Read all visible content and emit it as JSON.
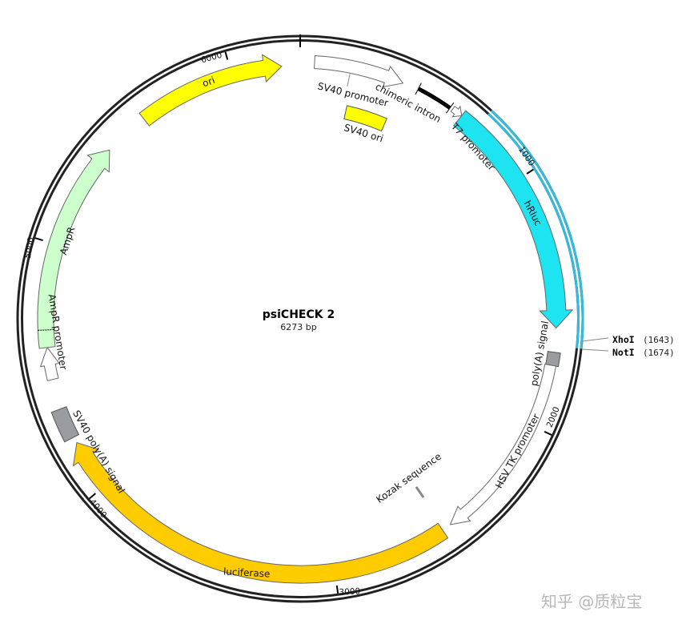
{
  "plasmid": {
    "name": "psiCHECK 2",
    "size_label": "6273 bp",
    "length_bp": 6273,
    "backbone_color": "#222222",
    "highlight_color": "#33bbdd",
    "highlight_range_bp": [
      742,
      1674
    ]
  },
  "features": [
    {
      "name": "SV40 promoter",
      "start": 56,
      "end": 411,
      "direction": 1,
      "shape": "arrow",
      "color": "#ffffff"
    },
    {
      "name": "SV40 ori",
      "start": 216,
      "end": 408,
      "direction": 0,
      "shape": "box",
      "color": "#ffff00"
    },
    {
      "name": "chimeric intron",
      "start": 474,
      "end": 617,
      "direction": 0,
      "shape": "bar",
      "color": "#000000"
    },
    {
      "name": "T7 promoter",
      "start": 628,
      "end": 671,
      "direction": 1,
      "shape": "arrow",
      "color": "#ffffff"
    },
    {
      "name": "hRluc",
      "start": 671,
      "end": 1604,
      "direction": 1,
      "shape": "arrow",
      "color": "#1ee3f0"
    },
    {
      "name": "poly(A) signal",
      "start": 1699,
      "end": 1751,
      "direction": 0,
      "shape": "box",
      "color": "#9a9ca2"
    },
    {
      "name": "HSV TK promoter",
      "start": 1751,
      "end": 2507,
      "direction": 1,
      "shape": "arrow",
      "color": "#ffffff"
    },
    {
      "name": "Kozak sequence",
      "start": 2533,
      "end": 2537,
      "direction": 0,
      "shape": "mark",
      "color": "#888888"
    },
    {
      "name": "luciferase",
      "start": 2544,
      "end": 4200,
      "direction": 1,
      "shape": "arrow",
      "color": "#ffcc00"
    },
    {
      "name": "SV40 poly(A) signal",
      "start": 4224,
      "end": 4346,
      "direction": 0,
      "shape": "box",
      "color": "#9a9ca2"
    },
    {
      "name": "AmpR promoter",
      "start": 4465,
      "end": 4592,
      "direction": 1,
      "shape": "arrow",
      "color": "#ffffff"
    },
    {
      "name": "AmpR",
      "start": 4592,
      "end": 5428,
      "direction": 1,
      "shape": "arrow",
      "color": "#ccffcc"
    },
    {
      "name": "ori",
      "start": 5610,
      "end": 6200,
      "direction": 1,
      "shape": "arrow",
      "color": "#ffff00"
    }
  ],
  "ticks": [
    "1000",
    "2000",
    "3000",
    "4000",
    "5000",
    "6000"
  ],
  "tick_values": [
    1000,
    2000,
    3000,
    4000,
    5000,
    6000
  ],
  "sites": [
    {
      "name": "XhoI",
      "position_label": "(1643)",
      "position": 1643
    },
    {
      "name": "NotI",
      "position_label": "(1674)",
      "position": 1674
    }
  ],
  "watermark": "知乎 @质粒宝"
}
